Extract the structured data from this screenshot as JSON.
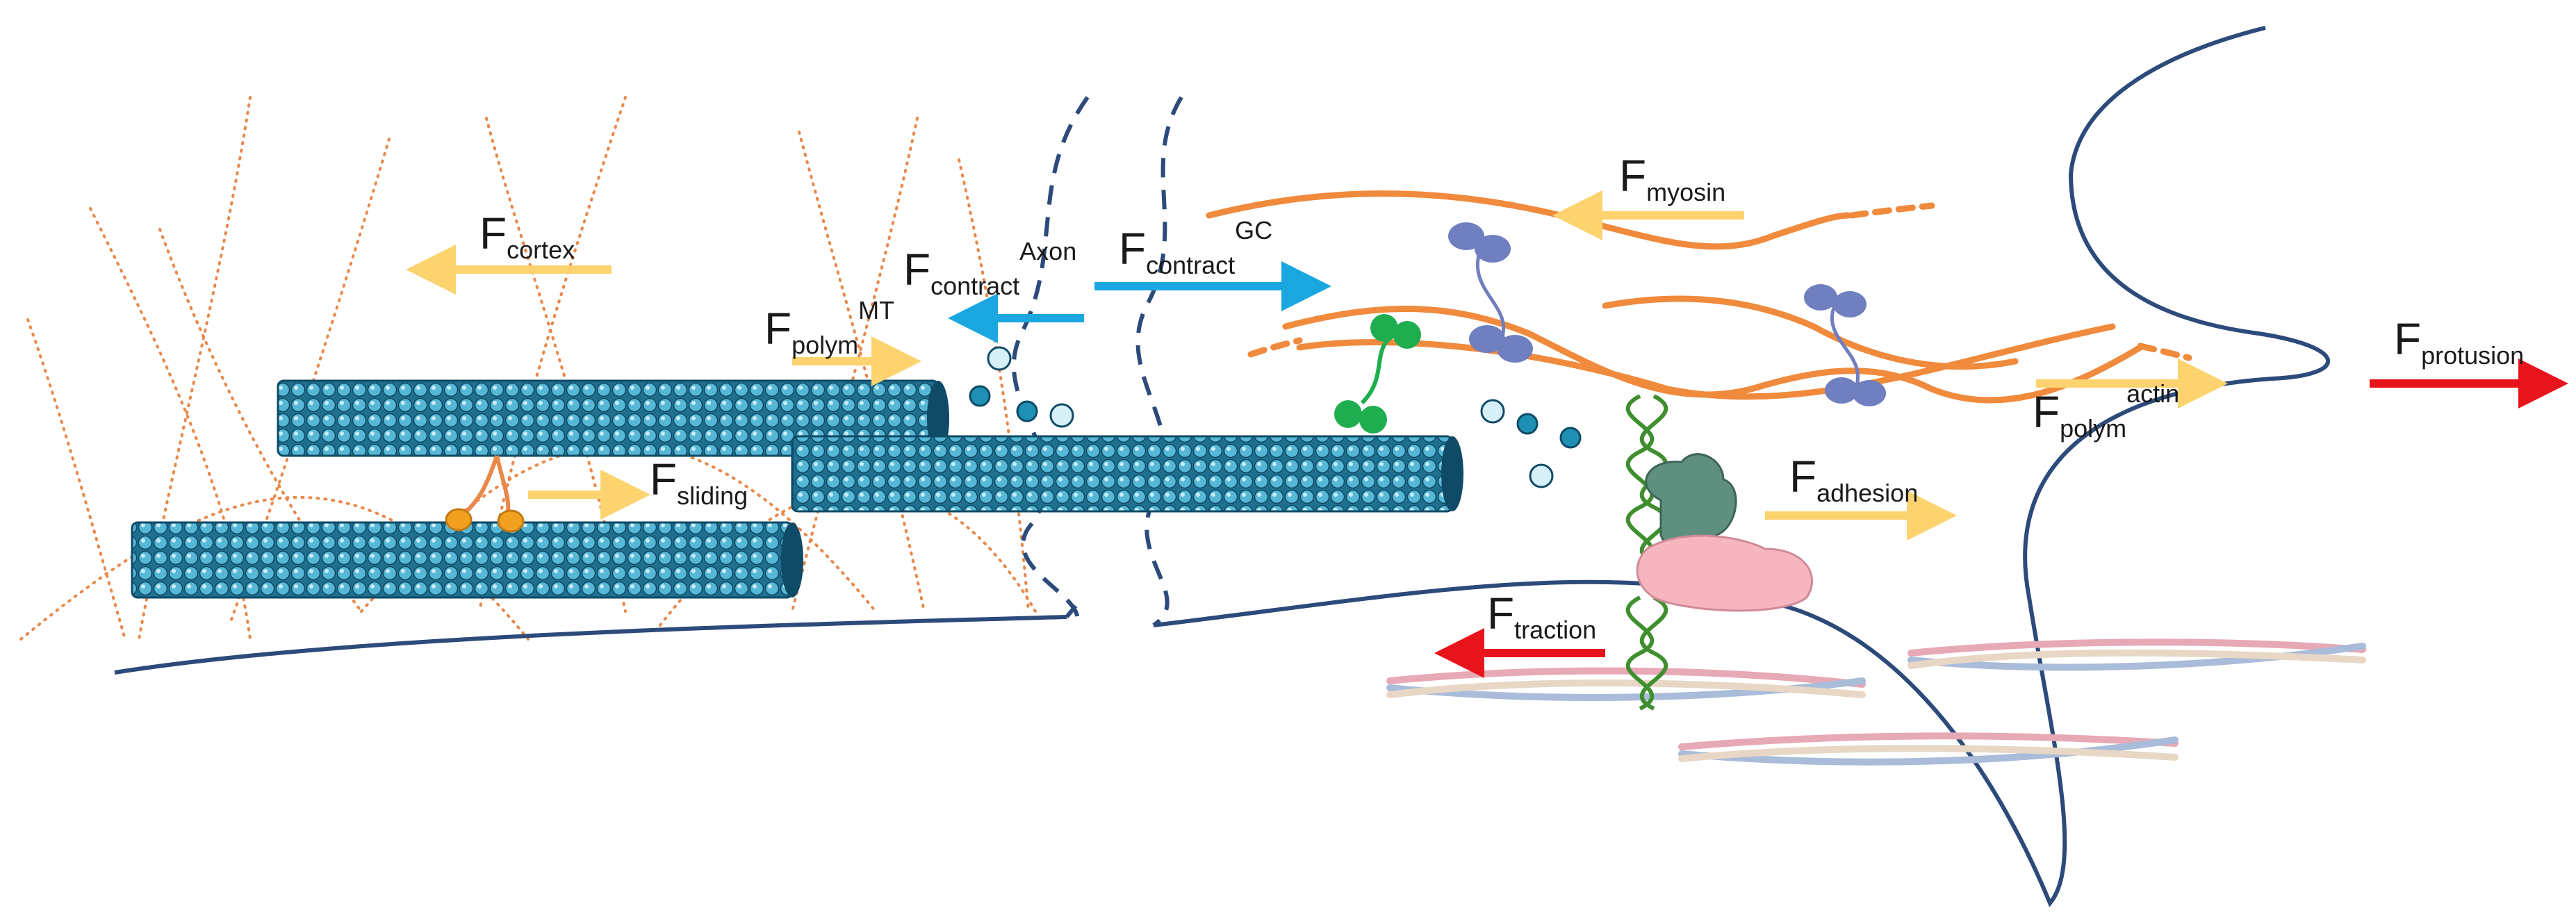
{
  "labels": {
    "cortex": {
      "main": "F",
      "sub": "cortex",
      "sup": ""
    },
    "polym_mt": {
      "main": "F",
      "sub": "polym",
      "sup": "MT"
    },
    "sliding": {
      "main": "F",
      "sub": "sliding",
      "sup": ""
    },
    "contract_axon": {
      "main": "F",
      "sub": "contract",
      "sup": "Axon"
    },
    "contract_gc": {
      "main": "F",
      "sub": "contract",
      "sup": "GC"
    },
    "myosin": {
      "main": "F",
      "sub": "myosin",
      "sup": ""
    },
    "polym_actin": {
      "main": "F",
      "sub": "polym",
      "sup": "actin"
    },
    "protusion": {
      "main": "F",
      "sub": "protusion",
      "sup": ""
    },
    "adhesion": {
      "main": "F",
      "sub": "adhesion",
      "sup": ""
    },
    "traction": {
      "main": "F",
      "sub": "traction",
      "sup": ""
    }
  },
  "colors": {
    "membrane": "#2c4a7a",
    "actin_cortex": "#e8884a",
    "actin_filament": "#f08a3c",
    "force_yellow": "#fcd36e",
    "force_blue": "#1aa7e0",
    "force_red": "#e8141c",
    "microtubule": "#2a8eaa",
    "myosin": "#6f7fbf",
    "kinesin": "#1fae4f",
    "integrin": "#3f8f2f",
    "talin": "#5e8f7f",
    "adhesion_pad": "#f6b6c0"
  },
  "icons": [
    "microtubule",
    "myosin-motor",
    "kinesin-motor",
    "integrin-helix",
    "adhesion-complex",
    "ecm-fibers",
    "tubulin-dimer"
  ]
}
